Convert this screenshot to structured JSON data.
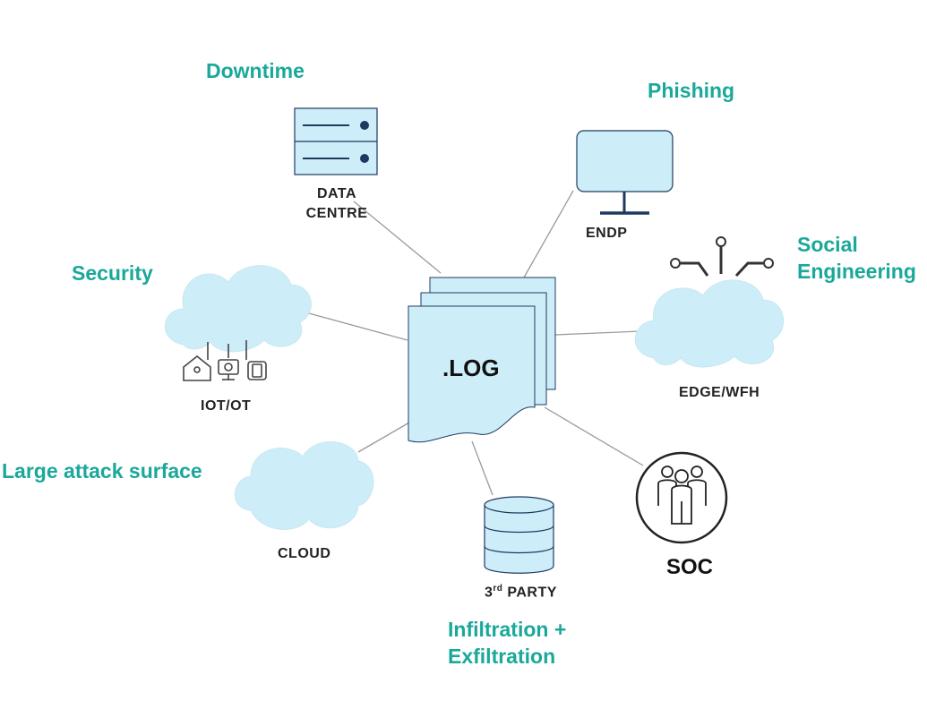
{
  "center": {
    "label": ".LOG"
  },
  "nodes": {
    "data_centre": {
      "line1": "DATA",
      "line2": "CENTRE",
      "icon": "server-icon"
    },
    "endpoint": {
      "label": "ENDP",
      "icon": "monitor-icon"
    },
    "iot_ot": {
      "label": "IOT/OT",
      "icon": "iot-cloud-icon"
    },
    "edge_wfh": {
      "label": "EDGE/WFH",
      "icon": "network-cloud-icon"
    },
    "cloud": {
      "label": "CLOUD",
      "icon": "cloud-icon"
    },
    "third_party": {
      "base": "3",
      "sup": "rd",
      "rest": " PARTY",
      "icon": "database-icon"
    },
    "soc": {
      "label": "SOC",
      "icon": "people-icon"
    }
  },
  "risks": {
    "downtime": "Downtime",
    "phishing": "Phishing",
    "security": "Security",
    "social_engineering_1": "Social",
    "social_engineering_2": "Engineering",
    "large_attack_surface": "Large attack surface",
    "infiltration_1": "Infiltration +",
    "infiltration_2": "Exfiltration"
  },
  "colors": {
    "accent": "#1aa89a",
    "icon_fill": "#cdeef9",
    "icon_stroke": "#1e3a5f",
    "connector": "#999999"
  }
}
